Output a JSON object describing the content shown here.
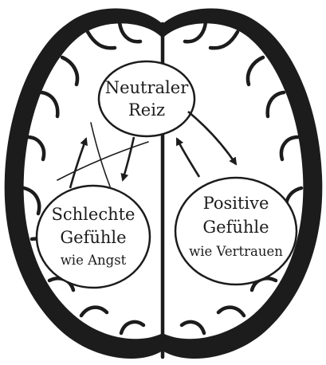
{
  "diagram": {
    "nodes": {
      "neutral": {
        "line1": "Neutraler",
        "line2": "Reiz"
      },
      "bad": {
        "line1": "Schlechte",
        "line2": "Gefühle",
        "line3": "wie Angst"
      },
      "positive": {
        "line1": "Positive",
        "line2": "Gefühle",
        "line3": "wie Vertrauen"
      }
    },
    "edges": [
      {
        "from": "neutral",
        "to": "bad"
      },
      {
        "from": "bad",
        "to": "neutral"
      },
      {
        "from": "neutral",
        "to": "positive"
      },
      {
        "from": "positive",
        "to": "neutral"
      }
    ],
    "colors": {
      "ink": "#1c1c1c",
      "background": "#ffffff"
    }
  }
}
